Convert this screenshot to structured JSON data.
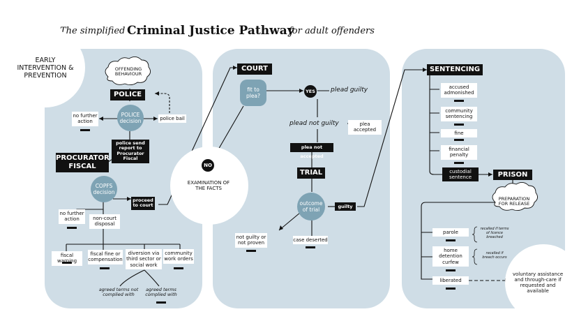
{
  "title": {
    "pre": "The simplified",
    "main": "Criminal Justice Pathway",
    "post": "for adult offenders"
  },
  "early": {
    "label": "EARLY INTERVENTION & PREVENTION",
    "offending": "OFFENDING BEHAVIOUR"
  },
  "police": {
    "header": "POLICE",
    "decision": "POLICE decision",
    "no_further": "no further action",
    "bail": "police bail",
    "send_report": "police send report to Procurator Fiscal"
  },
  "fiscal": {
    "header": "PROCURATOR FISCAL",
    "decision": "COPFS decision",
    "proceed": "proceed to court",
    "no_further": "no further action",
    "non_court": "non-court disposal",
    "options": [
      "fiscal warning",
      "fiscal fine or compensation",
      "diversion via third sector or social work",
      "community work orders"
    ],
    "not_complied": "agreed terms not complied with",
    "complied": "agreed terms complied with"
  },
  "no_circle": {
    "no": "NO",
    "text": "EXAMINATION OF THE FACTS"
  },
  "court": {
    "header": "COURT",
    "fit": "fit to plea?",
    "yes": "YES",
    "plead_guilty": "plead guilty",
    "plead_not_guilty": "plead not guilty",
    "plea_accepted": "plea accepted",
    "plea_not_accepted": "plea not accepted"
  },
  "trial": {
    "header": "TRIAL",
    "outcome": "outcome of trial",
    "guilty": "guilty",
    "not_guilty": "not guilty or not proven",
    "deserted": "case deserted"
  },
  "sentencing": {
    "header": "SENTENCING",
    "options": [
      "accused admonished",
      "community sentencing",
      "fine",
      "financial penalty"
    ],
    "custodial": "custodial sentence"
  },
  "prison": {
    "header": "PRISON",
    "preparation": "PREPARATION FOR RELEASE",
    "parole": "parole",
    "parole_note": "recalled if terms of licence breached",
    "home": "home detention curfew",
    "home_note": "recalled if breach occurs",
    "liberated": "liberated",
    "voluntary": "voluntary assistance and through-care if requested and available"
  },
  "colors": {
    "panel": "#cfdde6",
    "bubble": "#7ea3b4",
    "black": "#111111"
  }
}
